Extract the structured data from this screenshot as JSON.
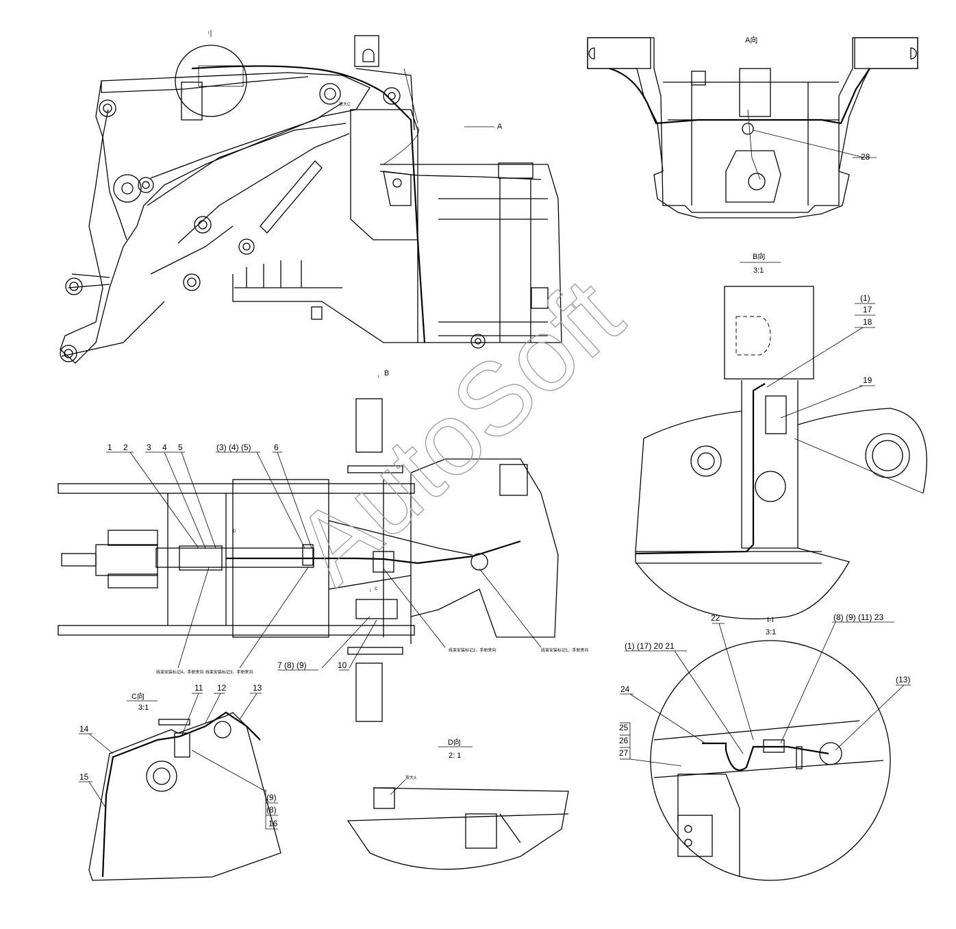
{
  "views": {
    "view_a": {
      "title": "A向"
    },
    "view_b": {
      "title": "B向",
      "scale": "3:1"
    },
    "view_c": {
      "title": "C向",
      "scale": "3:1"
    },
    "view_d": {
      "title": "D向",
      "scale": "2: 1"
    },
    "section_i": {
      "title": "I-I",
      "scale": "3:1"
    }
  },
  "markers": {
    "i_top": "I",
    "a_arrow": "A",
    "i_b": "I",
    "b_arrow": "B",
    "d_mark": "D",
    "i_c": "I",
    "c_arrow": "C"
  },
  "notes": {
    "c_view_note": "放大C",
    "d_view_note": "放大A",
    "install_note_1": "线束安装标记1，手册夹向",
    "install_note_2": "线束安装标记2，手册夹向",
    "install_note_3": "线束安装标记3，手册夹向",
    "install_note_4": "线束安装标记4，手册夹向"
  },
  "callouts": {
    "c1": "1",
    "c2": "2",
    "c3": "3",
    "c4": "4",
    "c5": "5",
    "c345": "(3) (4) (5)",
    "c6": "6",
    "c7": "7 (8) (9)",
    "c10": "10",
    "c11": "11",
    "c12": "12",
    "c13": "13",
    "c14": "14",
    "c15": "15",
    "c9p": "(9)",
    "c8p": "(8)",
    "c16": "16",
    "c1p": "(1)",
    "c17": "17",
    "c18": "18",
    "c19": "19",
    "c28": "28",
    "c22": "22",
    "c_s1": "(1) (17)  20  21",
    "c_s2": "(8) (9) (11)  23",
    "c13p": "(13)",
    "c24": "24",
    "c25": "25",
    "c26": "26",
    "c27": "27"
  },
  "watermark": "AutoSoft"
}
